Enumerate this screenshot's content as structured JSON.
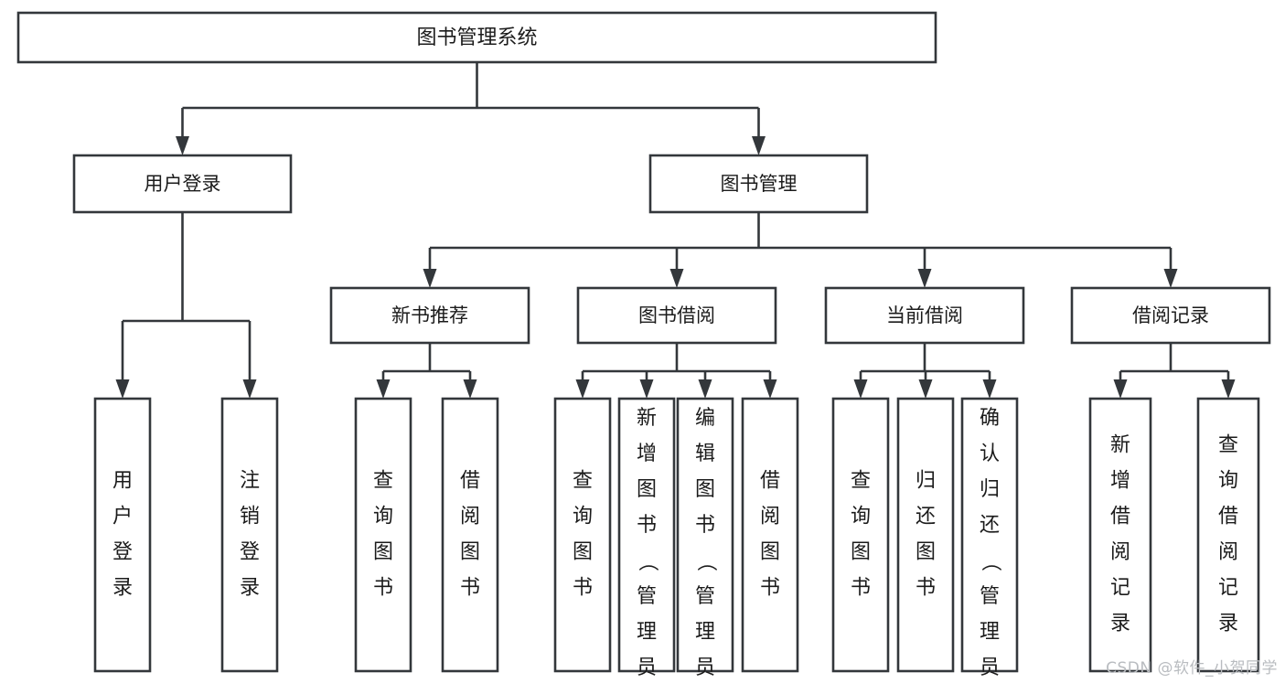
{
  "diagram": {
    "type": "tree-hierarchy-chart",
    "title": "图书管理系统",
    "watermark": "CSDN @软件_小贺同学",
    "colors": {
      "stroke": "#33373b",
      "fill": "#ffffff",
      "text": "#1b1b1b",
      "watermark": "#b9bcc0",
      "background": "#ffffff"
    },
    "nodes": {
      "root": {
        "label": "图书管理系统",
        "level": 0
      },
      "level1": [
        {
          "id": "user-login",
          "label": "用户登录"
        },
        {
          "id": "book-management",
          "label": "图书管理"
        }
      ],
      "level2": [
        {
          "id": "new-book-recommend",
          "label": "新书推荐",
          "parent": "book-management"
        },
        {
          "id": "book-borrow",
          "label": "图书借阅",
          "parent": "book-management"
        },
        {
          "id": "current-borrow",
          "label": "当前借阅",
          "parent": "book-management"
        },
        {
          "id": "borrow-record",
          "label": "借阅记录",
          "parent": "book-management"
        }
      ],
      "leaves": {
        "user-login": [
          {
            "id": "leaf-user-login",
            "label": "用户登录"
          },
          {
            "id": "leaf-logout-login",
            "label": "注销登录"
          }
        ],
        "new-book-recommend": [
          {
            "id": "leaf-query-book-1",
            "label": "查询图书"
          },
          {
            "id": "leaf-borrow-book-1",
            "label": "借阅图书"
          }
        ],
        "book-borrow": [
          {
            "id": "leaf-query-book-2",
            "label": "查询图书"
          },
          {
            "id": "leaf-add-book-admin",
            "label": "新增图书（管理员）"
          },
          {
            "id": "leaf-edit-book-admin",
            "label": "编辑图书（管理员）"
          },
          {
            "id": "leaf-borrow-book-2",
            "label": "借阅图书"
          }
        ],
        "current-borrow": [
          {
            "id": "leaf-query-book-3",
            "label": "查询图书"
          },
          {
            "id": "leaf-return-book",
            "label": "归还图书"
          },
          {
            "id": "leaf-confirm-return-admin",
            "label": "确认归还（管理员）"
          }
        ],
        "borrow-record": [
          {
            "id": "leaf-add-borrow-record",
            "label": "新增借阅记录"
          },
          {
            "id": "leaf-query-borrow-record",
            "label": "查询借阅记录"
          }
        ]
      }
    }
  }
}
